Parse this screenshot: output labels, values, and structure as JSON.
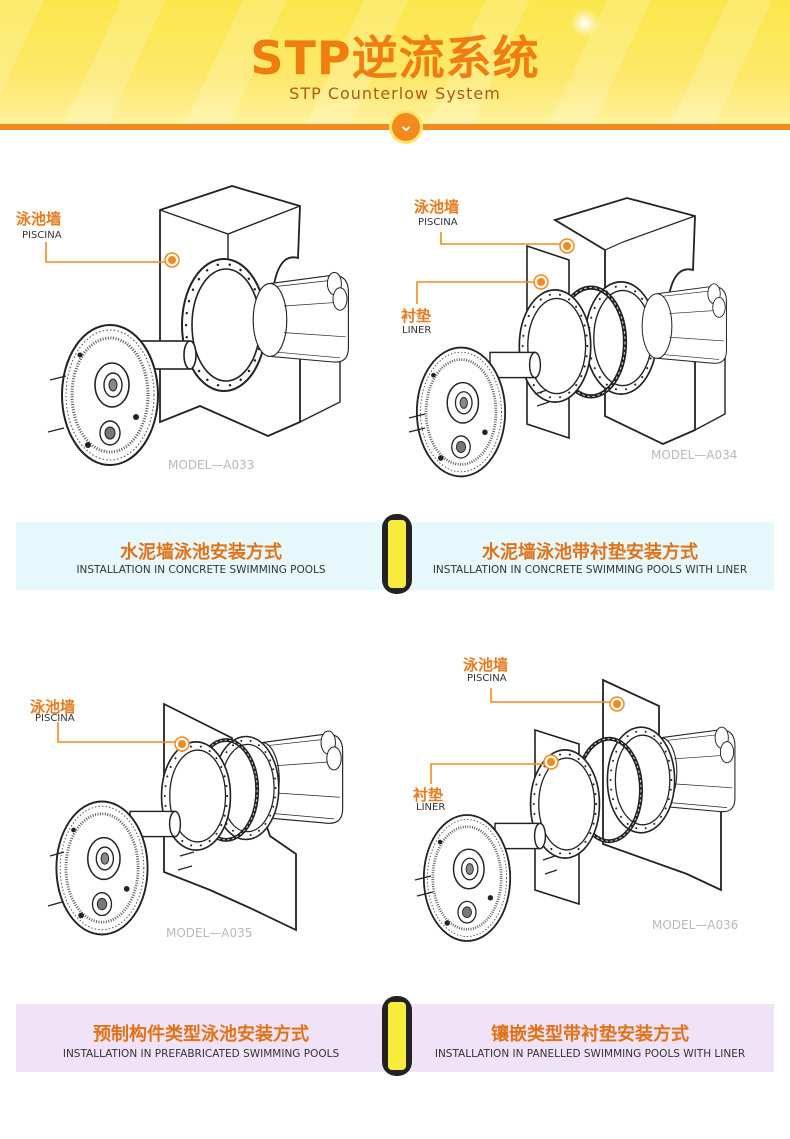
{
  "header": {
    "title": "STP逆流系统",
    "subtitle": "STP Counterlow System",
    "badge_icon": "chevron-down-icon"
  },
  "colors": {
    "accent": "#f28a1d",
    "header_yellow": "#fbe74b",
    "band_blue": "#e6f8fb",
    "band_purple": "#f1e3f7",
    "divider_yellow": "#f7ec3c"
  },
  "diagrams": [
    {
      "model": "MODEL—A033",
      "callouts": [
        {
          "cn": "泳池墙",
          "en": "PISCINA"
        }
      ]
    },
    {
      "model": "MODEL—A034",
      "callouts": [
        {
          "cn": "泳池墙",
          "en": "PISCINA"
        },
        {
          "cn": "衬垫",
          "en": "LINER"
        }
      ]
    },
    {
      "model": "MODEL—A035",
      "callouts": [
        {
          "cn": "泳池墙",
          "en": "PISCINA"
        }
      ]
    },
    {
      "model": "MODEL—A036",
      "callouts": [
        {
          "cn": "泳池墙",
          "en": "PISCINA"
        },
        {
          "cn": "衬垫",
          "en": "LINER"
        }
      ]
    }
  ],
  "captions": [
    {
      "cn": "水泥墙泳池安装方式",
      "en": "INSTALLATION IN CONCRETE SWIMMING POOLS"
    },
    {
      "cn": "水泥墙泳池带衬垫安装方式",
      "en": "INSTALLATION IN CONCRETE SWIMMING POOLS WITH LINER"
    },
    {
      "cn": "预制构件类型泳池安装方式",
      "en": "INSTALLATION IN PREFABRICATED SWIMMING POOLS"
    },
    {
      "cn": "镶嵌类型带衬垫安装方式",
      "en": "INSTALLATION IN PANELLED SWIMMING POOLS WITH LINER"
    }
  ]
}
